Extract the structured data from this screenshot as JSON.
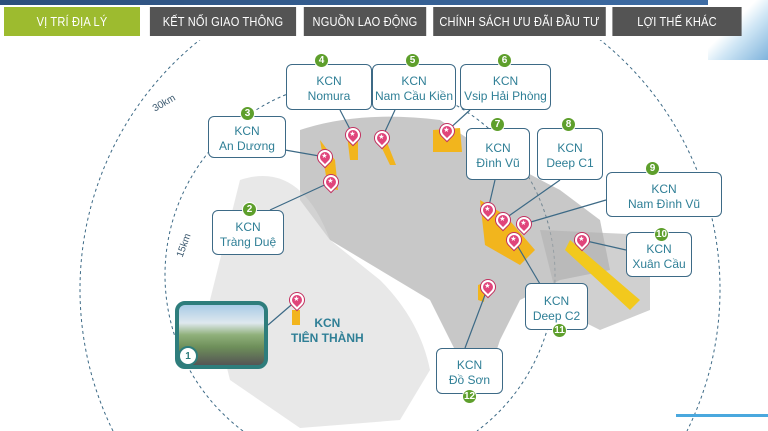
{
  "tabs": [
    {
      "label": "VỊ TRÍ ĐỊA LÝ",
      "active": true
    },
    {
      "label": "KẾT NỐI GIAO THÔNG"
    },
    {
      "label": "NGUỒN LAO ĐỘNG"
    },
    {
      "label": "CHÍNH SÁCH ƯU ĐÃI ĐẦU TƯ"
    },
    {
      "label": "LỢI THẾ KHÁC"
    }
  ],
  "distances": {
    "outer": "30km",
    "inner": "15km"
  },
  "zones": [
    {
      "num": "1",
      "line1": "KCN",
      "line2": "TIÊN THÀNH"
    },
    {
      "num": "2",
      "line1": "KCN",
      "line2": "Tràng Duệ"
    },
    {
      "num": "3",
      "line1": "KCN",
      "line2": "An Dương"
    },
    {
      "num": "4",
      "line1": "KCN",
      "line2": "Nomura"
    },
    {
      "num": "5",
      "line1": "KCN",
      "line2": "Nam Cầu Kiền"
    },
    {
      "num": "6",
      "line1": "KCN",
      "line2": "Vsip Hải Phòng"
    },
    {
      "num": "7",
      "line1": "KCN",
      "line2": "Đình Vũ"
    },
    {
      "num": "8",
      "line1": "KCN",
      "line2": "Deep C1"
    },
    {
      "num": "9",
      "line1": "KCN",
      "line2": "Nam Đình Vũ"
    },
    {
      "num": "10",
      "line1": "KCN",
      "line2": "Xuân Cầu"
    },
    {
      "num": "11",
      "line1": "KCN",
      "line2": "Deep C2"
    },
    {
      "num": "12",
      "line1": "KCN",
      "line2": "Đồ Sơn"
    }
  ],
  "colors": {
    "active_tab": "#9dbb2f",
    "tab": "#545454",
    "pin": "#e0457b",
    "badge": "#5e9f2c",
    "text": "#2f7f96"
  }
}
